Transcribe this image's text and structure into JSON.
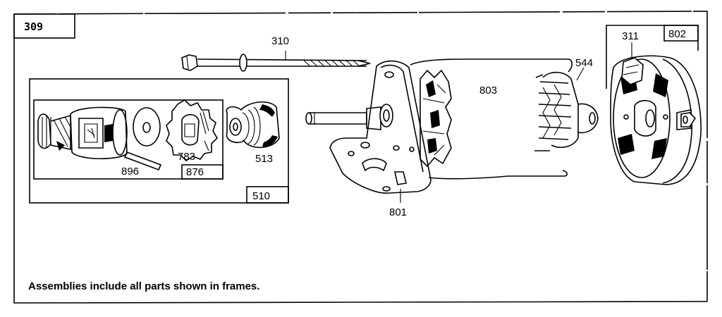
{
  "figure_number": "309",
  "footnote": "Assemblies include all parts shown in frames.",
  "parts": {
    "p310": "310",
    "p544": "544",
    "p803": "803",
    "p311": "311",
    "p802": "802",
    "p510": "510",
    "p513": "513",
    "p783": "783",
    "p876": "876",
    "p896": "896",
    "p801": "801"
  }
}
